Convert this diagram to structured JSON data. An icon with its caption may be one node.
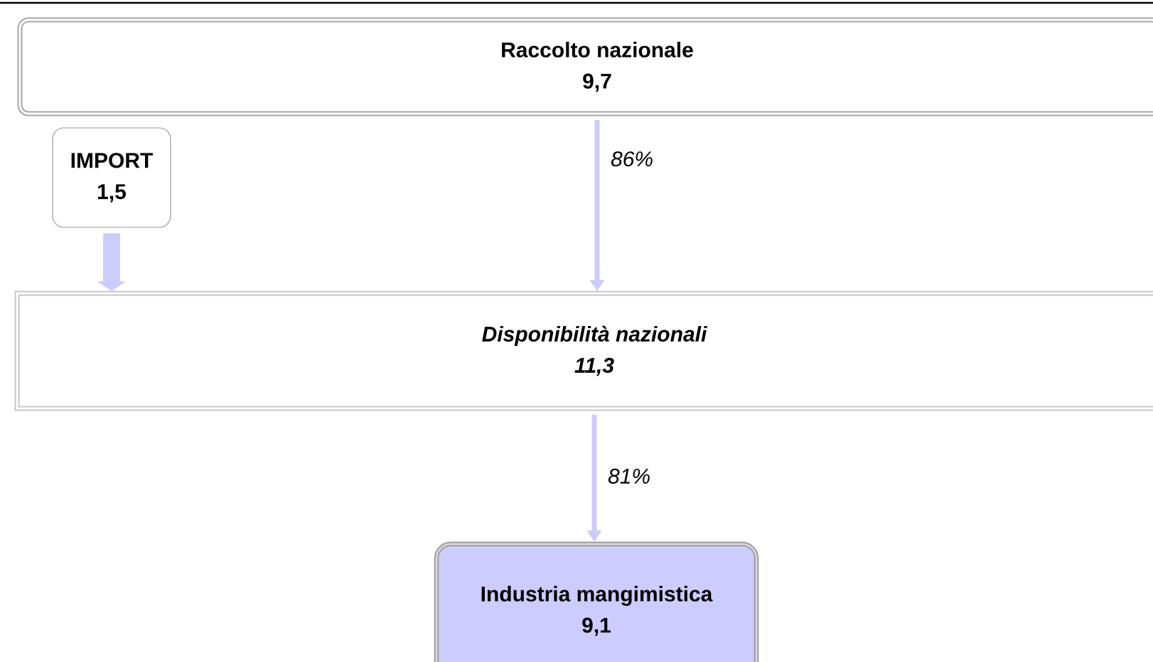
{
  "diagram": {
    "nodes": [
      {
        "text": [
          "Raccolto nazionale",
          "9,7"
        ]
      },
      {
        "text": [
          "IMPORT",
          "1,5"
        ]
      },
      {
        "text": [
          "Disponibilità nazionali",
          "11,3"
        ]
      },
      {
        "text": [
          "Industria mangimistica",
          "9,1"
        ]
      }
    ],
    "edges": [
      {
        "from": 0,
        "to": 2,
        "arrow": "to",
        "label": "86%"
      },
      {
        "from": 1,
        "to": 2,
        "arrow": "to",
        "style": "thick"
      },
      {
        "from": 2,
        "to": 3,
        "arrow": "to",
        "label": "81%"
      }
    ]
  }
}
